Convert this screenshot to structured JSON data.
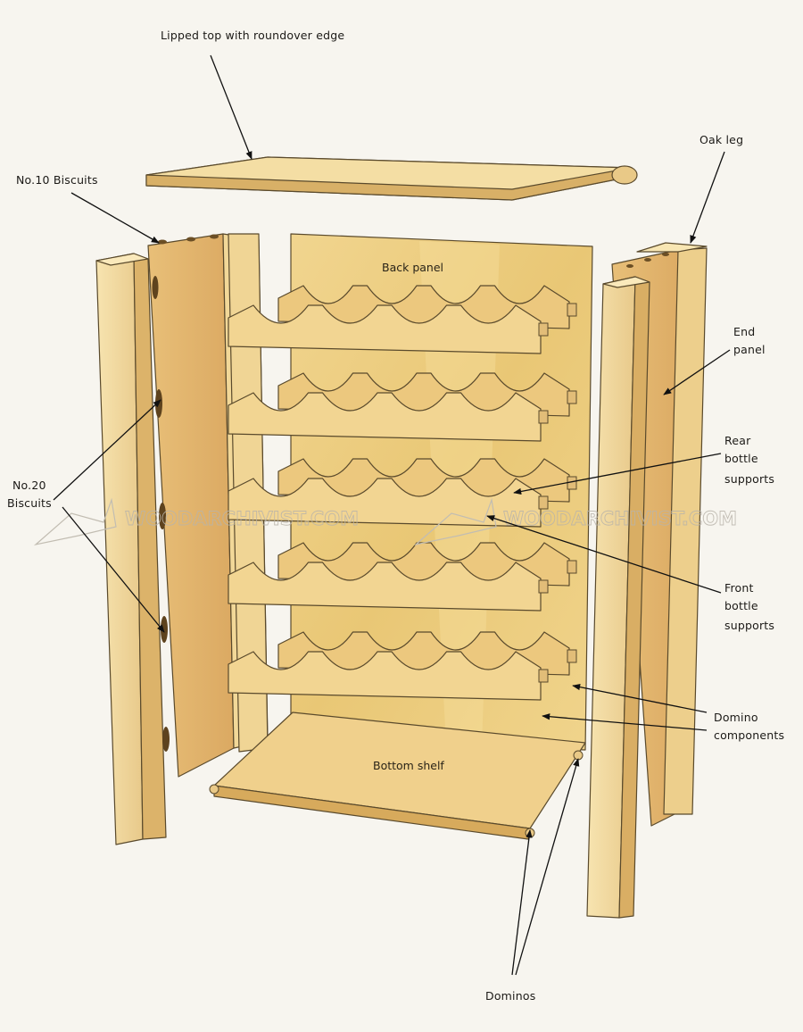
{
  "labels": {
    "lipped_top": "Lipped top with roundover edge",
    "oak_leg": "Oak leg",
    "no10_biscuits": "No.10 Biscuits",
    "back_panel": "Back panel",
    "end_panel_l1": "End",
    "end_panel_l2": "panel",
    "no20_l1": "No.20",
    "no20_l2": "Biscuits",
    "rear_l1": "Rear",
    "rear_l2": "bottle",
    "rear_l3": "supports",
    "front_l1": "Front",
    "front_l2": "bottle",
    "front_l3": "supports",
    "domino_comp_l1": "Domino",
    "domino_comp_l2": "components",
    "bottom_shelf": "Bottom shelf",
    "dominos": "Dominos"
  },
  "watermark": {
    "text_left": "WOODARCHIVIST.COM",
    "text_right": "WOODARCHIVIST.COM"
  },
  "colors": {
    "wood_light": "#f3dca0",
    "wood_mid": "#e6c27a",
    "wood_dark": "#c99a4d",
    "back_panel": "#eccd83",
    "outline": "#5a4a2c"
  }
}
